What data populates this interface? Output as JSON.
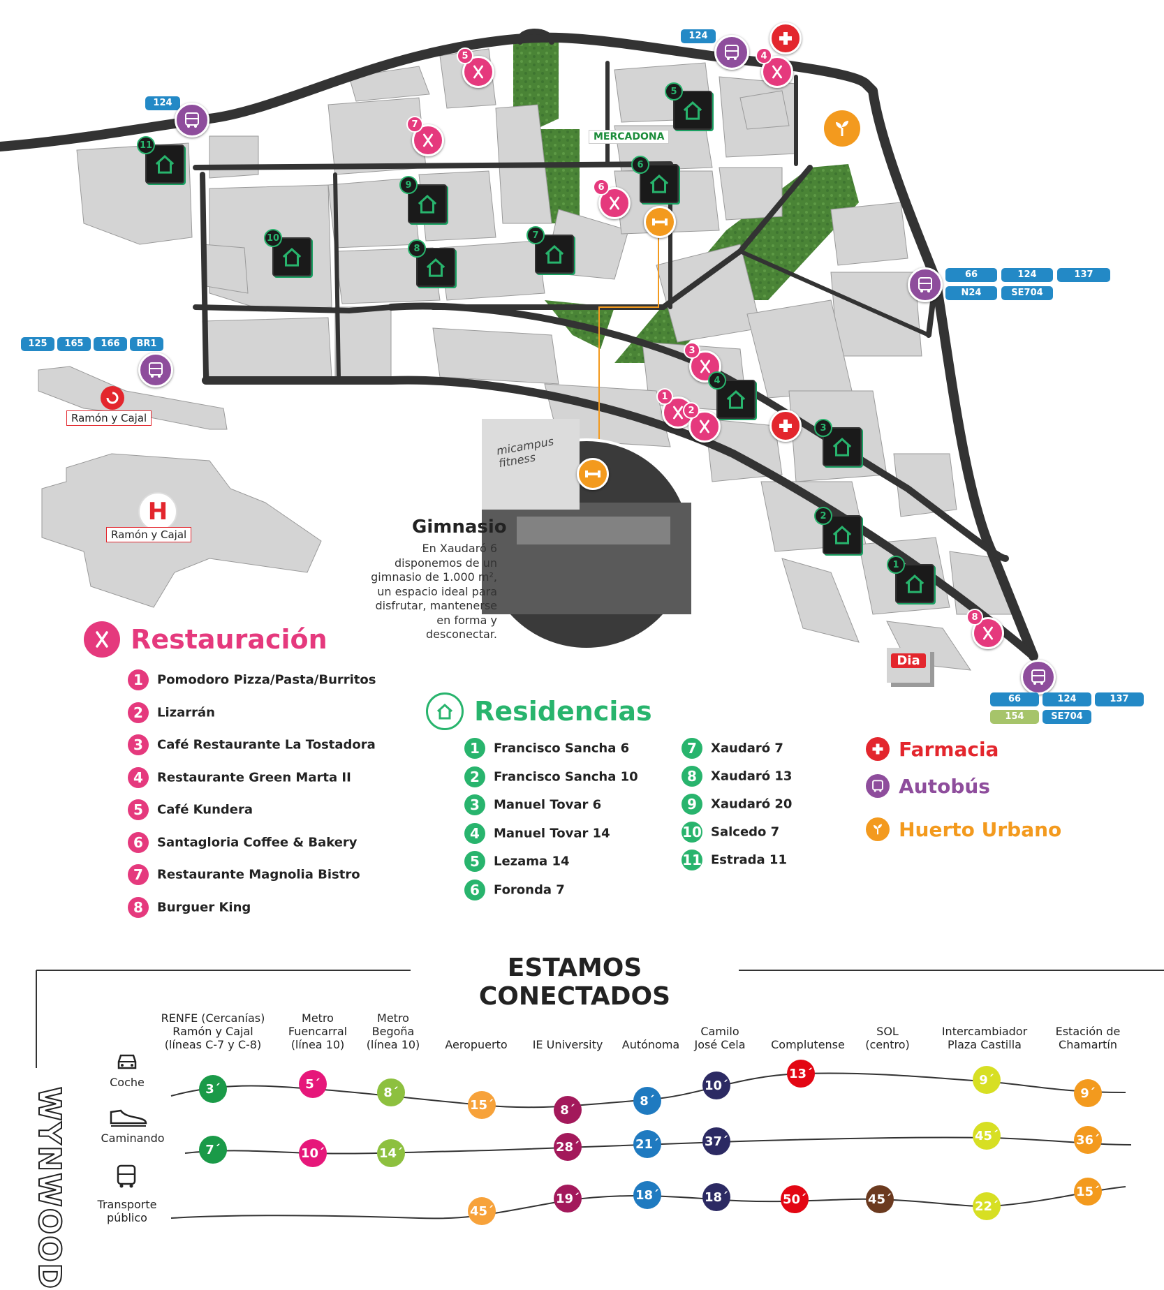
{
  "colors": {
    "restaurant": "#e5397d",
    "residence": "#28b46d",
    "pharmacy": "#e3262d",
    "bus": "#8e4d9c",
    "garden": "#f39a1e",
    "bus_tag": "#2389c6",
    "road": "#333333",
    "building": "#cfcfcf",
    "grass": "#4f8a3b"
  },
  "icons": {
    "restaurant": "fork-knife-icon",
    "residence": "house-icon",
    "pharmacy": "cross-icon",
    "bus": "bus-icon",
    "garden": "sprout-icon",
    "gym": "dumbbell-icon",
    "renfe": "renfe-icon",
    "hospital": "hospital-icon"
  },
  "map": {
    "bus_stops": [
      {
        "tags": [
          "124"
        ]
      },
      {
        "tags": [
          "124"
        ]
      },
      {
        "tags": [
          "125",
          "165",
          "166",
          "BR1"
        ]
      },
      {
        "tags": [
          "66",
          "124",
          "137",
          "N24",
          "SE704"
        ]
      },
      {
        "tags": [
          "66",
          "124",
          "137",
          "154",
          "SE704"
        ]
      }
    ],
    "ramon_y_cajal_station": "Ramón y Cajal",
    "ramon_y_cajal_hospital": "Ramón y Cajal",
    "hospital_letter": "H",
    "mercadona": "MERCADONA",
    "dia": "Dia",
    "gym_photo_text": "micampus fitness",
    "restaurant_markers": [
      "1",
      "2",
      "3",
      "4",
      "5",
      "6",
      "7",
      "8"
    ],
    "residence_markers": [
      "1",
      "2",
      "3",
      "4",
      "5",
      "6",
      "7",
      "8",
      "9",
      "10",
      "11"
    ]
  },
  "gym": {
    "title": "Gimnasio",
    "text": "En Xaudaró 6\ndisponemos de un\ngimnasio de 1.000 m²,\nun espacio ideal para\ndisfrutar, mantenerse\nen forma y\ndesconectar."
  },
  "restauracion": {
    "title": "Restauración",
    "items": [
      {
        "n": "1",
        "name": "Pomodoro Pizza/Pasta/Burritos"
      },
      {
        "n": "2",
        "name": "Lizarrán"
      },
      {
        "n": "3",
        "name": "Café Restaurante La Tostadora"
      },
      {
        "n": "4",
        "name": "Restaurante Green Marta II"
      },
      {
        "n": "5",
        "name": "Café Kundera"
      },
      {
        "n": "6",
        "name": "Santagloria Coffee & Bakery"
      },
      {
        "n": "7",
        "name": "Restaurante Magnolia Bistro"
      },
      {
        "n": "8",
        "name": "Burguer King"
      }
    ]
  },
  "residencias": {
    "title": "Residencias",
    "items": [
      {
        "n": "1",
        "name": "Francisco Sancha 6"
      },
      {
        "n": "2",
        "name": "Francisco Sancha 10"
      },
      {
        "n": "3",
        "name": "Manuel Tovar 6"
      },
      {
        "n": "4",
        "name": "Manuel Tovar 14"
      },
      {
        "n": "5",
        "name": "Lezama 14"
      },
      {
        "n": "6",
        "name": "Foronda 7"
      },
      {
        "n": "7",
        "name": "Xaudaró 7"
      },
      {
        "n": "8",
        "name": "Xaudaró 13"
      },
      {
        "n": "9",
        "name": "Xaudaró 20"
      },
      {
        "n": "10",
        "name": "Salcedo 7"
      },
      {
        "n": "11",
        "name": "Estrada 11"
      }
    ]
  },
  "legend": {
    "farmacia": "Farmacia",
    "autobus": "Autobús",
    "huerto": "Huerto Urbano"
  },
  "conectados": {
    "title": "ESTAMOS CONECTADOS",
    "brand": "WYNWOOD",
    "destinations": [
      "RENFE (Cercanías)\nRamón y Cajal\n(líneas C-7 y C-8)",
      "Metro\nFuencarral\n(línea 10)",
      "Metro\nBegoña\n(línea 10)",
      "Aeropuerto",
      "IE University",
      "Autónoma",
      "Camilo\nJosé Cela",
      "Complutense",
      "SOL\n(centro)",
      "Intercambiador\nPlaza Castilla",
      "Estación de\nChamartín"
    ],
    "modes": [
      {
        "label": "Coche",
        "icon": "car-icon",
        "times": [
          "3´",
          "5´",
          "8´",
          "15´",
          "8´",
          "8´",
          "10´",
          "13´",
          "",
          "9´",
          "9´"
        ]
      },
      {
        "label": "Caminando",
        "icon": "shoe-icon",
        "times": [
          "7´",
          "10´",
          "14´",
          "",
          "28´",
          "21´",
          "37´",
          "",
          "",
          "45´",
          "36´"
        ]
      },
      {
        "label": "Transporte\npúblico",
        "icon": "bus-icon",
        "times": [
          "",
          "",
          "",
          "45´",
          "19´",
          "18´",
          "18´",
          "50´",
          "45´",
          "22´",
          "15´"
        ]
      }
    ],
    "dest_colors": [
      "#1a9a48",
      "#e6177a",
      "#8dc03f",
      "#f7a23a",
      "#a3195b",
      "#1f7ac0",
      "#2c2a63",
      "#e30613",
      "",
      "#d7df23",
      "#f39a1e"
    ],
    "sol_color": "#6b3a1f"
  }
}
